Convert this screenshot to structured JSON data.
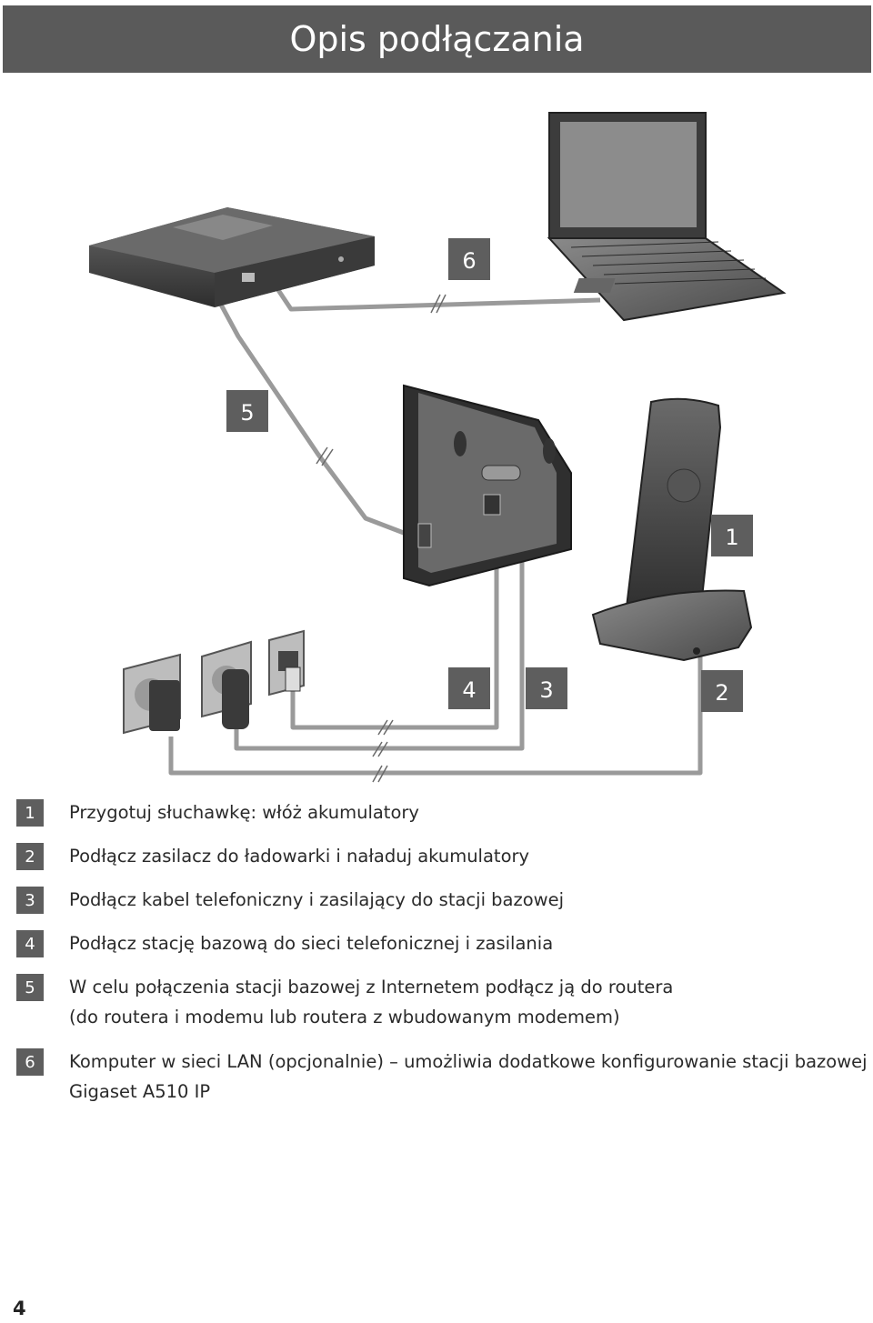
{
  "header": {
    "title": "Opis podłączania"
  },
  "callouts": [
    "6",
    "5",
    "1",
    "4",
    "3",
    "2"
  ],
  "steps": [
    {
      "num": "1",
      "lines": [
        "Przygotuj słuchawkę: włóż akumulatory"
      ]
    },
    {
      "num": "2",
      "lines": [
        "Podłącz zasilacz do ładowarki i naładuj akumulatory"
      ]
    },
    {
      "num": "3",
      "lines": [
        "Podłącz kabel telefoniczny i zasilający do stacji bazowej"
      ]
    },
    {
      "num": "4",
      "lines": [
        "Podłącz stację bazową do sieci telefonicznej i zasilania"
      ]
    },
    {
      "num": "5",
      "lines": [
        "W celu połączenia stacji bazowej z Internetem podłącz ją do routera",
        "(do routera i modemu lub routera z wbudowanym modemem)"
      ]
    },
    {
      "num": "6",
      "lines": [
        "Komputer w sieci LAN (opcjonalnie) – umożliwia dodatkowe konfigurowanie stacji bazowej",
        "Gigaset A510 IP"
      ]
    }
  ],
  "footer": {
    "page_number": "4"
  }
}
